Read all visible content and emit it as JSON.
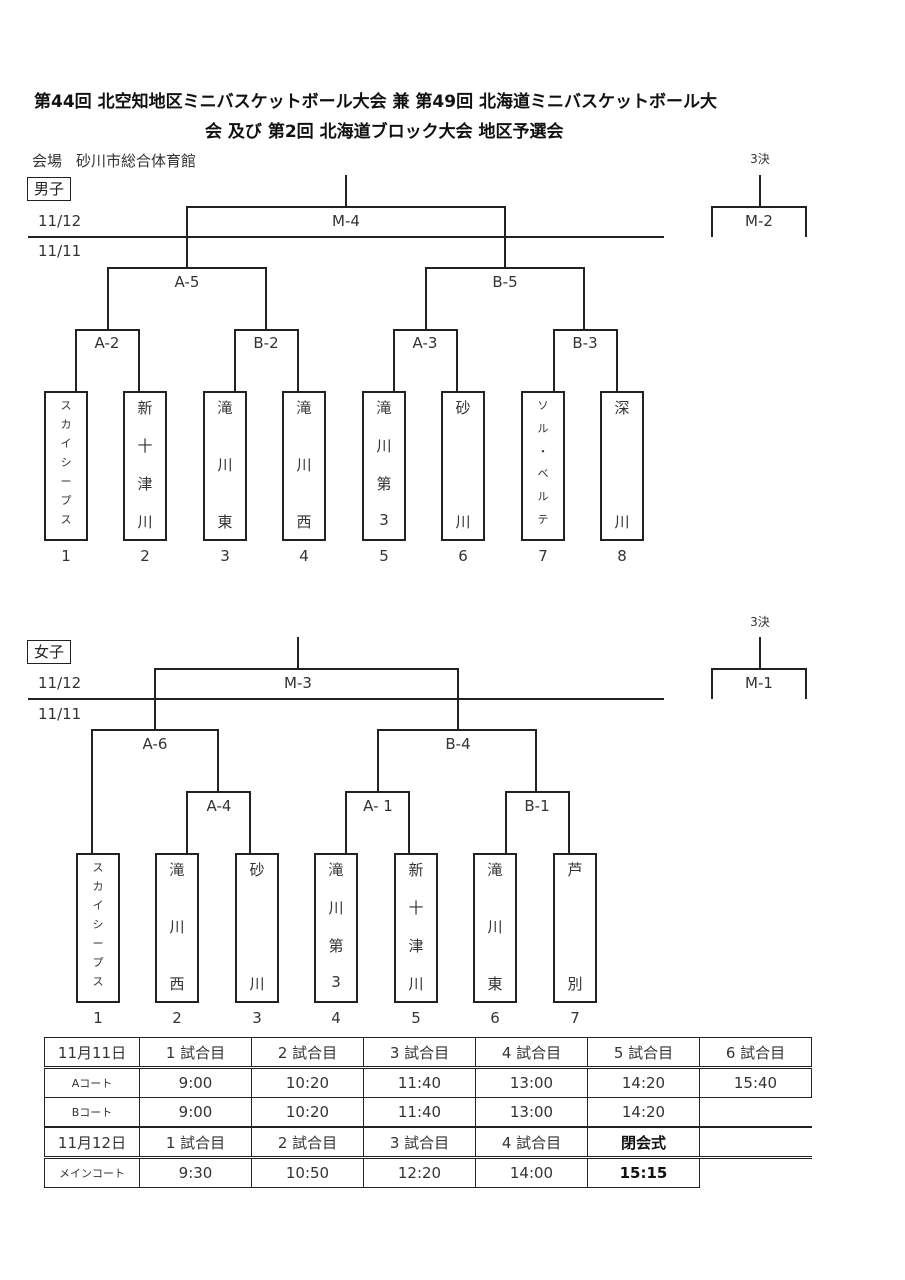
{
  "document": {
    "title_line1": "第44回 北空知地区ミニバスケットボール大会 兼 第49回 北海道ミニバスケットボール大",
    "title_line2": "会 及び 第2回 北海道ブロック大会 地区予選会",
    "venue_label": "会場",
    "venue_name": "砂川市総合体育館"
  },
  "boys": {
    "label": "男子",
    "date_final": "11/12",
    "date_prelim": "11/11",
    "third_place_label": "3決",
    "third_place_match": "M-2",
    "final_match": "M-4",
    "semis": [
      "A-5",
      "B-5"
    ],
    "quarters": [
      "A-2",
      "B-2",
      "A-3",
      "B-3"
    ],
    "teams": [
      {
        "seed": "1",
        "chars": [
          "ス",
          "カ",
          "イ",
          "シ",
          "ー",
          "プ",
          "ス"
        ]
      },
      {
        "seed": "2",
        "chars": [
          "新",
          "十",
          "津",
          "川"
        ]
      },
      {
        "seed": "3",
        "chars": [
          "滝",
          "川",
          "東"
        ]
      },
      {
        "seed": "4",
        "chars": [
          "滝",
          "川",
          "西"
        ]
      },
      {
        "seed": "5",
        "chars": [
          "滝",
          "川",
          "第",
          "3"
        ]
      },
      {
        "seed": "6",
        "chars": [
          "砂",
          "川"
        ]
      },
      {
        "seed": "7",
        "chars": [
          "ソ",
          "ル",
          "・",
          "ベ",
          "ル",
          "テ"
        ]
      },
      {
        "seed": "8",
        "chars": [
          "深",
          "川"
        ]
      }
    ]
  },
  "girls": {
    "label": "女子",
    "date_final": "11/12",
    "date_prelim": "11/11",
    "third_place_label": "3決",
    "third_place_match": "M-1",
    "final_match": "M-3",
    "semis": [
      "A-6",
      "B-4"
    ],
    "quarters": [
      "A-4",
      "A- 1",
      "B-1"
    ],
    "teams": [
      {
        "seed": "1",
        "chars": [
          "ス",
          "カ",
          "イ",
          "シ",
          "ー",
          "プ",
          "ス"
        ]
      },
      {
        "seed": "2",
        "chars": [
          "滝",
          "川",
          "西"
        ]
      },
      {
        "seed": "3",
        "chars": [
          "砂",
          "川"
        ]
      },
      {
        "seed": "4",
        "chars": [
          "滝",
          "川",
          "第",
          "3"
        ]
      },
      {
        "seed": "5",
        "chars": [
          "新",
          "十",
          "津",
          "川"
        ]
      },
      {
        "seed": "6",
        "chars": [
          "滝",
          "川",
          "東"
        ]
      },
      {
        "seed": "7",
        "chars": [
          "芦",
          "別"
        ]
      }
    ]
  },
  "schedule": {
    "rows": [
      {
        "label": "11月11日",
        "cells": [
          "1 試合目",
          "2 試合目",
          "3 試合目",
          "4 試合目",
          "5 試合目",
          "6 試合目"
        ]
      },
      {
        "label": "Aコート",
        "cells": [
          "9:00",
          "10:20",
          "11:40",
          "13:00",
          "14:20",
          "15:40"
        ]
      },
      {
        "label": "Bコート",
        "cells": [
          "9:00",
          "10:20",
          "11:40",
          "13:00",
          "14:20"
        ]
      },
      {
        "label": "11月12日",
        "cells": [
          "1 試合目",
          "2 試合目",
          "3 試合目",
          "4 試合目",
          "閉会式"
        ]
      },
      {
        "label": "メインコート",
        "cells": [
          "9:30",
          "10:50",
          "12:20",
          "14:00",
          "15:15"
        ]
      }
    ]
  }
}
